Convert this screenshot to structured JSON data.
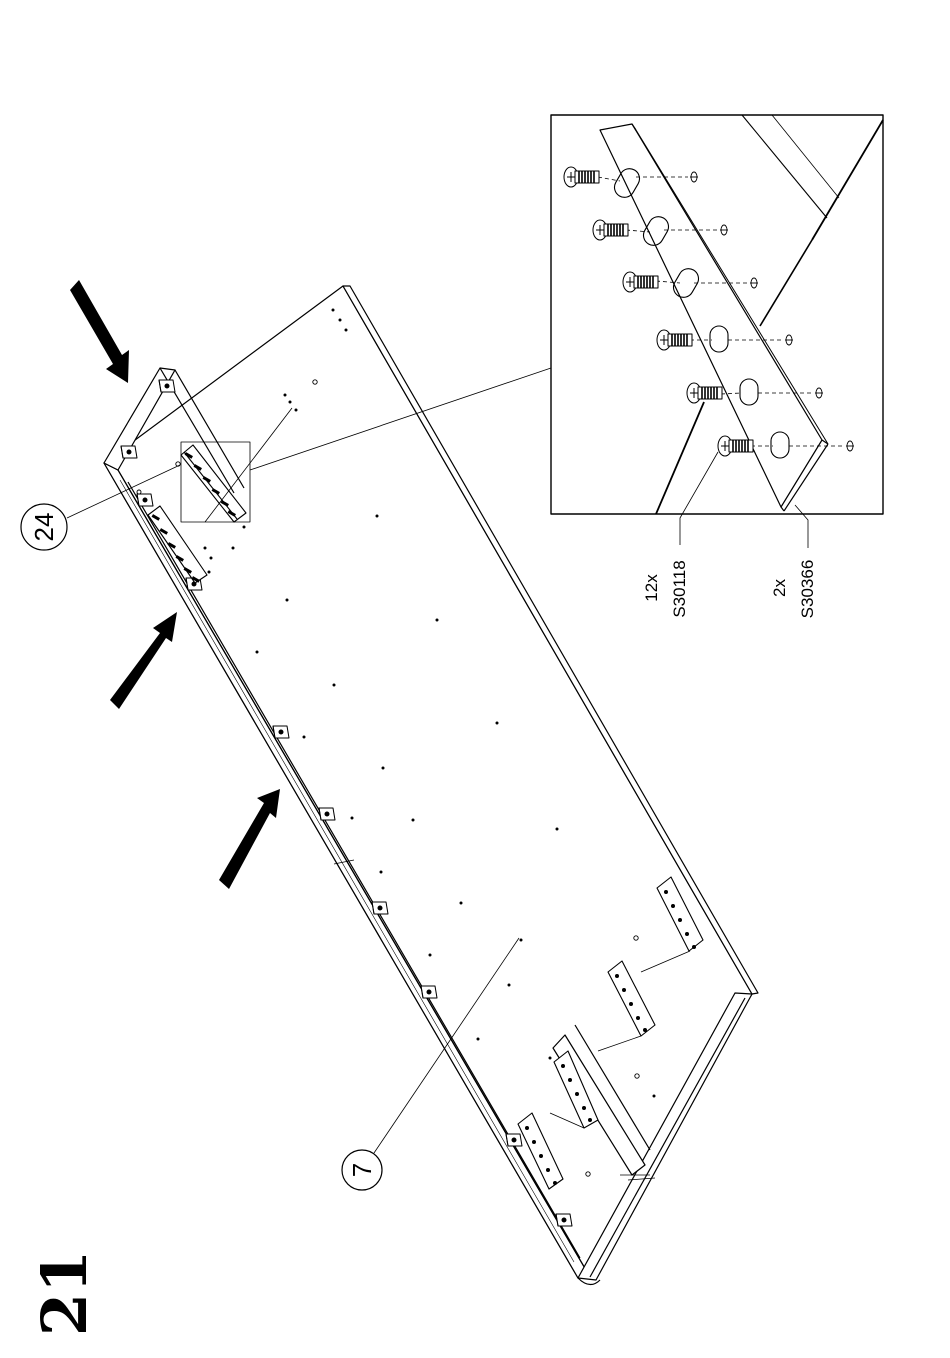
{
  "step": {
    "number": "21"
  },
  "parts": {
    "callout_panel": "24",
    "callout_board": "7"
  },
  "hardware": [
    {
      "qty": "12x",
      "code": "S30118"
    },
    {
      "qty": "2x",
      "code": "S30366"
    }
  ],
  "colors": {
    "ink": "#000000",
    "paper": "#ffffff"
  }
}
